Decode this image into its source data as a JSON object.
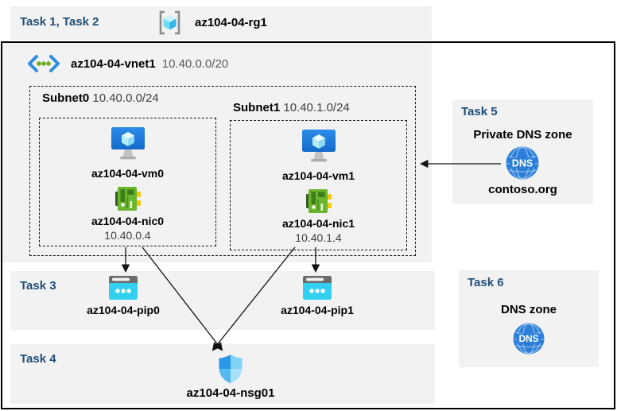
{
  "header": {
    "tasks_label": "Task 1, Task 2",
    "resource_group": "az104-04-rg1"
  },
  "vnet": {
    "name": "az104-04-vnet1",
    "cidr": "10.40.0.0/20"
  },
  "subnets": [
    {
      "name": "Subnet0",
      "cidr": "10.40.0.0/24",
      "vm": "az104-04-vm0",
      "nic": "az104-04-nic0",
      "nic_ip": "10.40.0.4"
    },
    {
      "name": "Subnet1",
      "cidr": "10.40.1.0/24",
      "vm": "az104-04-vm1",
      "nic": "az104-04-nic1",
      "nic_ip": "10.40.1.4"
    }
  ],
  "task3": {
    "label": "Task 3",
    "pip0": "az104-04-pip0",
    "pip1": "az104-04-pip1"
  },
  "task4": {
    "label": "Task 4",
    "nsg": "az104-04-nsg01"
  },
  "task5": {
    "label": "Task 5",
    "title": "Private DNS zone",
    "zone": "contoso.org",
    "icon_text": "DNS"
  },
  "task6": {
    "label": "Task 6",
    "title": "DNS zone",
    "icon_text": "DNS"
  },
  "colors": {
    "task_label": "#1f4e79",
    "panel_bg": "#f2f2f2",
    "muted_text": "#595959",
    "accent_blue": "#2b7fd9"
  }
}
